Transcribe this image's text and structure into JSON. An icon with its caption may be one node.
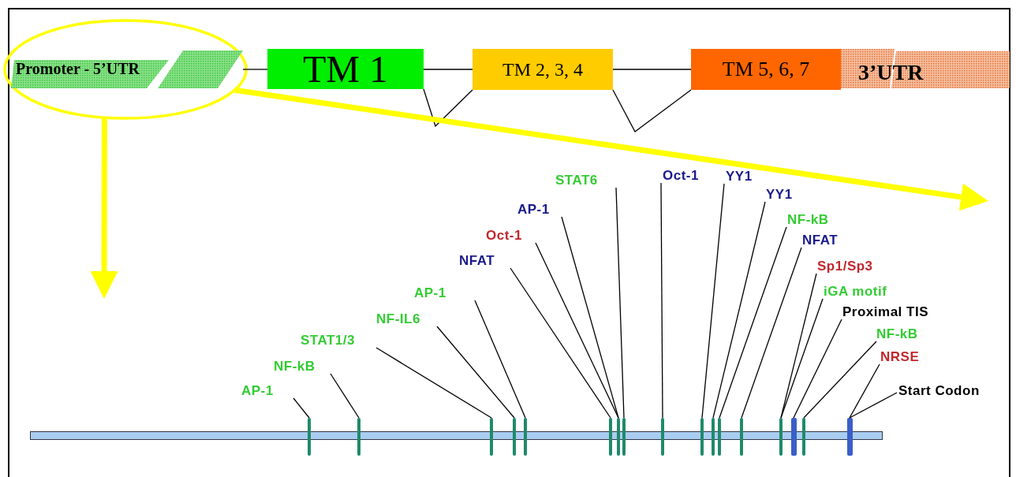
{
  "diagram": {
    "nodes": [
      {
        "text": [],
        "shape": "ellipse"
      },
      {
        "text": [
          "Promoter - 5’UTR"
        ],
        "in": 0
      },
      {
        "text": [
          "TM 1"
        ]
      },
      {
        "text": [
          "TM 2, 3, 4"
        ]
      },
      {
        "text": [
          "TM 5, 6, 7"
        ]
      },
      {
        "text": [
          "3’UTR"
        ]
      },
      {
        "text": [
          "AP-1"
        ]
      },
      {
        "text": [
          "NF-kB"
        ]
      },
      {
        "text": [
          "STAT1/3"
        ]
      },
      {
        "text": [
          "NF-IL6"
        ]
      },
      {
        "text": [
          "AP-1"
        ]
      },
      {
        "text": [
          "NFAT"
        ]
      },
      {
        "text": [
          "Oct-1"
        ]
      },
      {
        "text": [
          "AP-1"
        ]
      },
      {
        "text": [
          "STAT6"
        ]
      },
      {
        "text": [
          "Oct-1"
        ]
      },
      {
        "text": [
          "YY1"
        ]
      },
      {
        "text": [
          "YY1"
        ]
      },
      {
        "text": [
          "NF-kB"
        ]
      },
      {
        "text": [
          "NFAT"
        ]
      },
      {
        "text": [
          "Sp1/Sp3"
        ]
      },
      {
        "text": [
          "iGA motif"
        ]
      },
      {
        "text": [
          "Proximal TIS"
        ]
      },
      {
        "text": [
          "NF-kB"
        ]
      },
      {
        "text": [
          "NRSE"
        ]
      },
      {
        "text": [
          "Start Codon"
        ]
      },
      {
        "text": [],
        "shape": "bar"
      },
      {
        "text": [],
        "shape": "bar"
      },
      {
        "text": [],
        "shape": "bar"
      },
      {
        "text": [],
        "shape": "bar"
      },
      {
        "text": [],
        "shape": "bar"
      },
      {
        "text": [],
        "shape": "bar"
      },
      {
        "text": [],
        "shape": "bar"
      },
      {
        "text": [],
        "shape": "bar"
      },
      {
        "text": [],
        "shape": "bar"
      },
      {
        "text": [],
        "shape": "bar"
      },
      {
        "text": [],
        "shape": "bar"
      },
      {
        "text": [],
        "shape": "bar"
      },
      {
        "text": [],
        "shape": "bar"
      },
      {
        "text": [],
        "shape": "bar"
      },
      {
        "text": [],
        "shape": "bar"
      },
      {
        "text": [],
        "shape": "bar"
      },
      {
        "text": [],
        "shape": "bar"
      }
    ],
    "edges": [
      {
        "from": 1,
        "to": 2,
        "arrow": "none"
      },
      {
        "from": 2,
        "to": 3,
        "arrow": "none"
      },
      {
        "from": 3,
        "to": 4,
        "arrow": "none"
      },
      {
        "from": 2,
        "to": 3,
        "arrow": "none"
      },
      {
        "from": 3,
        "to": 4,
        "arrow": "none"
      },
      {
        "from": 0,
        "to": null,
        "arrow": "to",
        "style": "thick",
        "color": "#ffff00"
      },
      {
        "from": 0,
        "to": null,
        "arrow": "to",
        "style": "thick",
        "color": "#ffff00"
      },
      {
        "from": 6,
        "to": 26,
        "arrow": "none"
      },
      {
        "from": 7,
        "to": 27,
        "arrow": "none"
      },
      {
        "from": 8,
        "to": 28,
        "arrow": "none"
      },
      {
        "from": 9,
        "to": 29,
        "arrow": "none"
      },
      {
        "from": 10,
        "to": 30,
        "arrow": "none"
      },
      {
        "from": 11,
        "to": 31,
        "arrow": "none"
      },
      {
        "from": 12,
        "to": 32,
        "arrow": "none"
      },
      {
        "from": 13,
        "to": 32,
        "arrow": "none"
      },
      {
        "from": 14,
        "to": 33,
        "arrow": "none"
      },
      {
        "from": 15,
        "to": 34,
        "arrow": "none"
      },
      {
        "from": 16,
        "to": 35,
        "arrow": "none"
      },
      {
        "from": 17,
        "to": 36,
        "arrow": "none"
      },
      {
        "from": 18,
        "to": 37,
        "arrow": "none"
      },
      {
        "from": 19,
        "to": 38,
        "arrow": "none"
      },
      {
        "from": 20,
        "to": 39,
        "arrow": "none"
      },
      {
        "from": 21,
        "to": 39,
        "arrow": "none"
      },
      {
        "from": 22,
        "to": 40,
        "arrow": "none"
      },
      {
        "from": 23,
        "to": 41,
        "arrow": "none"
      },
      {
        "from": 24,
        "to": 42,
        "arrow": "none"
      },
      {
        "from": 25,
        "to": 42,
        "arrow": "none"
      }
    ]
  }
}
